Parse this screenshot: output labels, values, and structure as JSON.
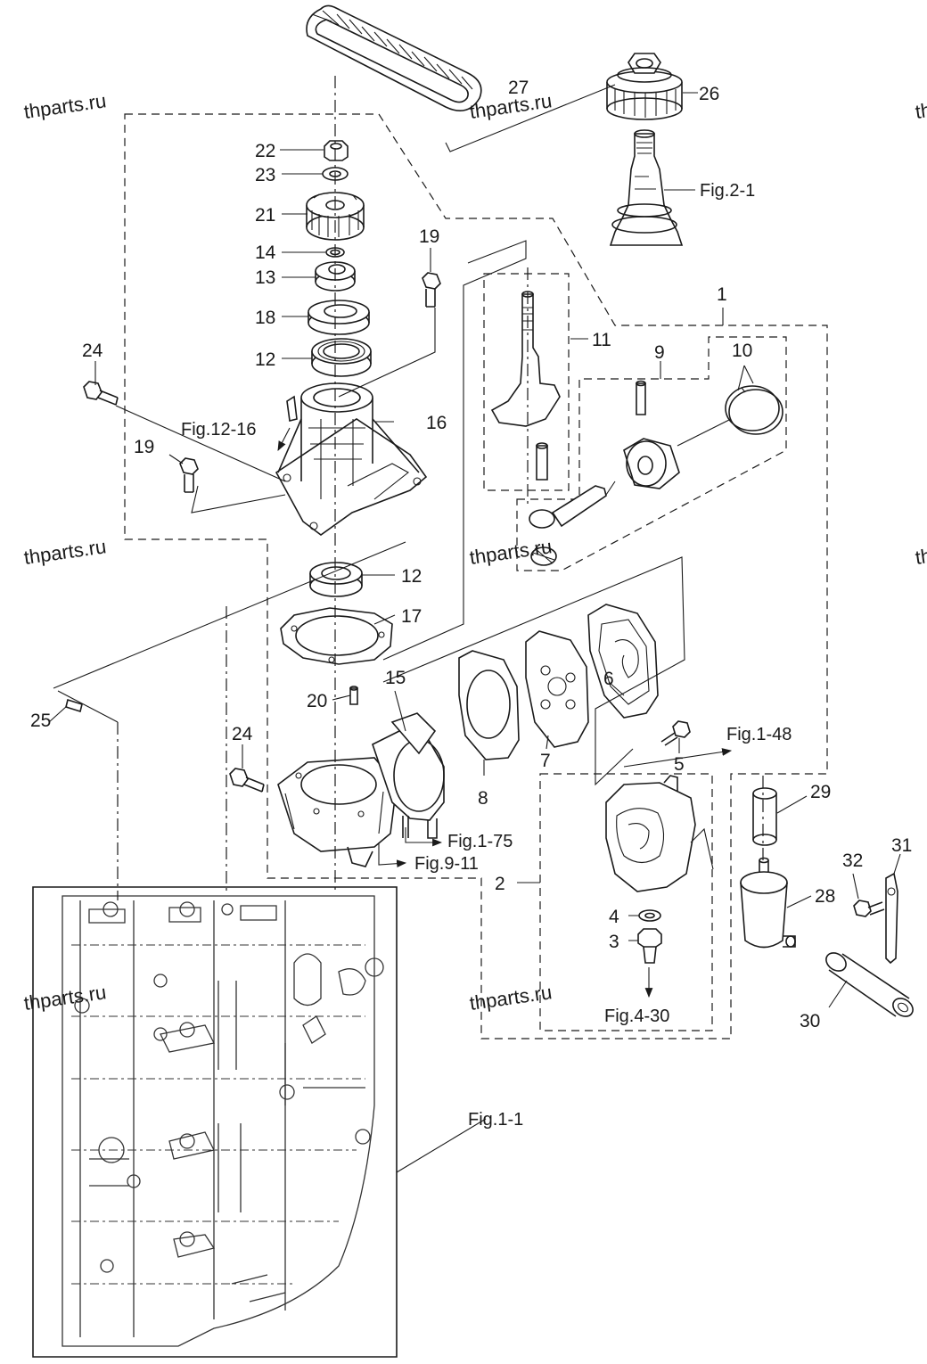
{
  "diagram": {
    "watermark": "thparts.ru",
    "callouts": {
      "c1": "1",
      "c2": "2",
      "c3": "3",
      "c4": "4",
      "c5": "5",
      "c6": "6",
      "c7": "7",
      "c8": "8",
      "c9": "9",
      "c10": "10",
      "c11": "11",
      "c12a": "12",
      "c12b": "12",
      "c13": "13",
      "c14": "14",
      "c15": "15",
      "c16": "16",
      "c17": "17",
      "c18": "18",
      "c19a": "19",
      "c19b": "19",
      "c20": "20",
      "c21": "21",
      "c22": "22",
      "c23": "23",
      "c24a": "24",
      "c24b": "24",
      "c25": "25",
      "c26": "26",
      "c27": "27",
      "c28": "28",
      "c29": "29",
      "c30": "30",
      "c31": "31",
      "c32": "32"
    },
    "figure_refs": {
      "fig_2_1": "Fig.2-1",
      "fig_12_16": "Fig.12-16",
      "fig_1_48": "Fig.1-48",
      "fig_1_75": "Fig.1-75",
      "fig_9_11": "Fig.9-11",
      "fig_4_30": "Fig.4-30",
      "fig_1_1": "Fig.1-1"
    }
  }
}
